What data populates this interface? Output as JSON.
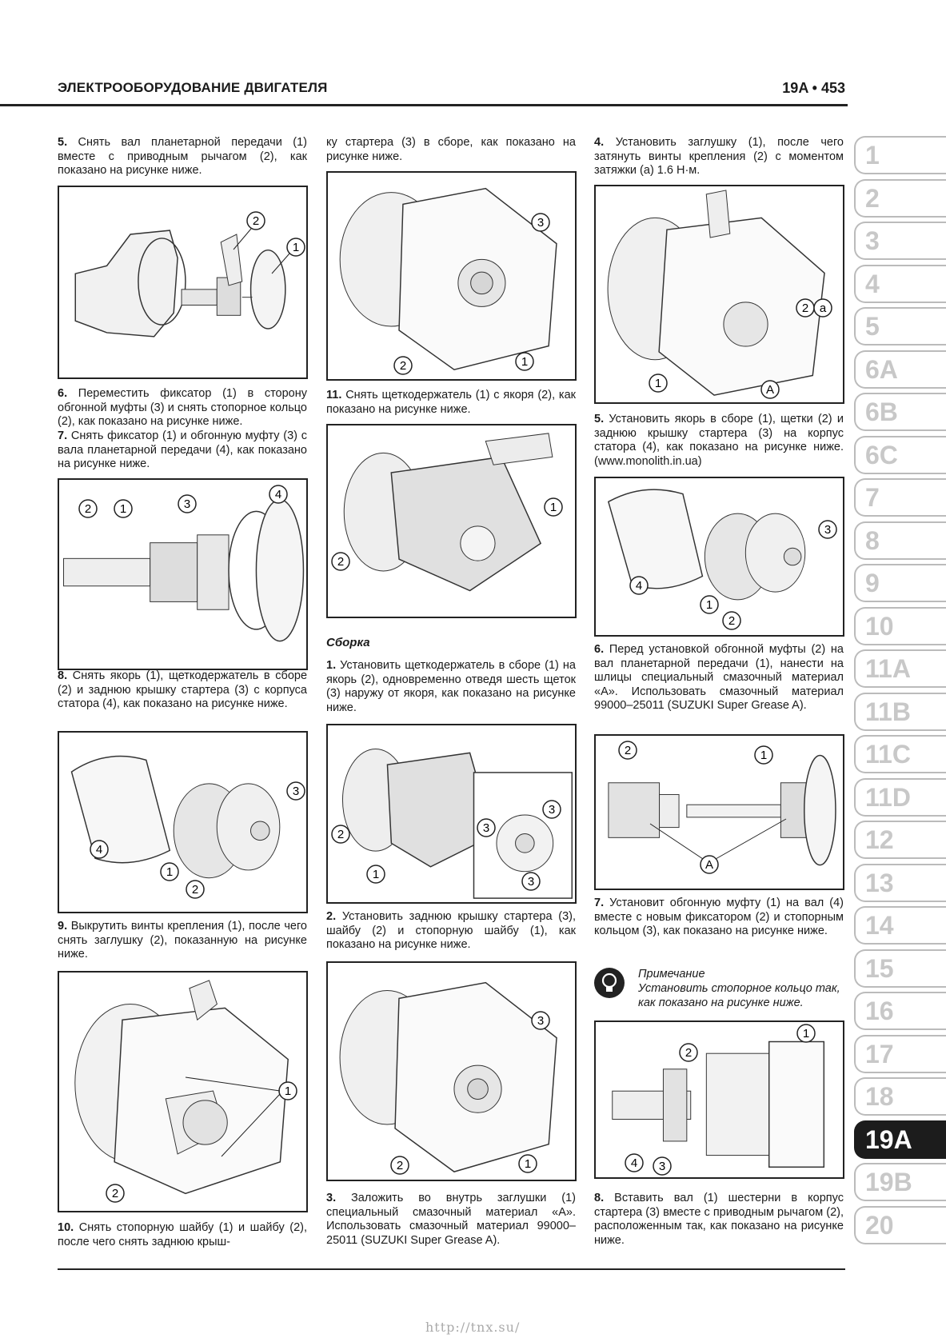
{
  "header": {
    "title": "ЭЛЕКТРООБОРУДОВАНИЕ ДВИГАТЕЛЯ",
    "page": "19A • 453"
  },
  "footer": {
    "url": "http://tnx.su/"
  },
  "col1": {
    "p5": {
      "num": "5.",
      "text": "Снять вал планетарной передачи (1) вместе с приводным рычагом (2), как показано на рисунке ниже."
    },
    "p6": {
      "num": "6.",
      "text": "Переместить фиксатор (1) в сторону обгонной муфты (3) и снять стопорное кольцо (2), как показано на рисунке ниже."
    },
    "p7": {
      "num": "7.",
      "text": "Снять фиксатор (1) и обгонную муфту (3) с вала планетарной передачи (4), как показано на рисунке ниже."
    },
    "p8": {
      "num": "8.",
      "text": "Снять якорь (1), щеткодержатель в сборе (2) и заднюю крышку стартера (3) с корпуса статора (4), как показано на рисунке ниже."
    },
    "p9": {
      "num": "9.",
      "text": "Выкрутить винты крепления (1), после чего снять заглушку (2), показанную на рисунке ниже."
    },
    "p10": {
      "num": "10.",
      "text": "Снять стопорную шайбу (1) и шайбу (2), после чего снять заднюю крыш-"
    }
  },
  "col2": {
    "p10cont": "ку стартера (3) в сборе, как показано на рисунке ниже.",
    "p11": {
      "num": "11.",
      "text": "Снять щеткодержатель (1) с якоря (2), как показано на рисунке ниже."
    },
    "subheading": "Сборка",
    "a1": {
      "num": "1.",
      "text": "Установить щеткодержатель в сборе (1) на якорь (2), одновременно отведя шесть щеток (3) наружу от якоря, как показано на рисунке ниже."
    },
    "a2": {
      "num": "2.",
      "text": "Установить заднюю крышку стартера (3), шайбу (2) и стопорную шайбу (1), как показано на рисунке ниже."
    },
    "a3": {
      "num": "3.",
      "text": "Заложить во внутрь заглушки (1) специальный смазочный материал «А». Использовать смазочный материал 99000–25011 (SUZUKI Super Grease A)."
    }
  },
  "col3": {
    "a4": {
      "num": "4.",
      "text": "Установить заглушку (1), после чего затянуть винты крепления (2) с моментом затяжки (a) 1.6 Н·м."
    },
    "a5": {
      "num": "5.",
      "text": "Установить якорь в сборе (1), щетки (2) и заднюю крышку стартера (3) на корпус статора (4), как показано на рисунке ниже. (www.monolith.in.ua)"
    },
    "a6": {
      "num": "6.",
      "text": "Перед установкой обгонной муфты (2) на вал планетарной передачи (1), нанести на шлицы специальный смазочный материал «А». Использовать смазочный материал 99000–25011 (SUZUKI Super Grease A)."
    },
    "a7": {
      "num": "7.",
      "text": "Установит обгонную муфту (1) на вал (4) вместе с новым фиксатором (2) и стопорным кольцом (3), как показано на рисунке ниже."
    },
    "note_title": "Примечание",
    "note_text": "Установить стопорное кольцо так, как показано на рисунке ниже.",
    "a8": {
      "num": "8.",
      "text": "Вставить вал (1) шестерни в корпус стартера (3) вместе с приводным рычагом (2), расположенным так, как показано на рисунке ниже."
    }
  },
  "callouts": {
    "one": "1",
    "two": "2",
    "three": "3",
    "four": "4",
    "a_upper": "A",
    "a_lower": "a"
  },
  "tabs": [
    "1",
    "2",
    "3",
    "4",
    "5",
    "6A",
    "6B",
    "6C",
    "7",
    "8",
    "9",
    "10",
    "11A",
    "11B",
    "11C",
    "11D",
    "12",
    "13",
    "14",
    "15",
    "16",
    "17",
    "18",
    "19A",
    "19B",
    "20"
  ],
  "active_tab": "19A"
}
